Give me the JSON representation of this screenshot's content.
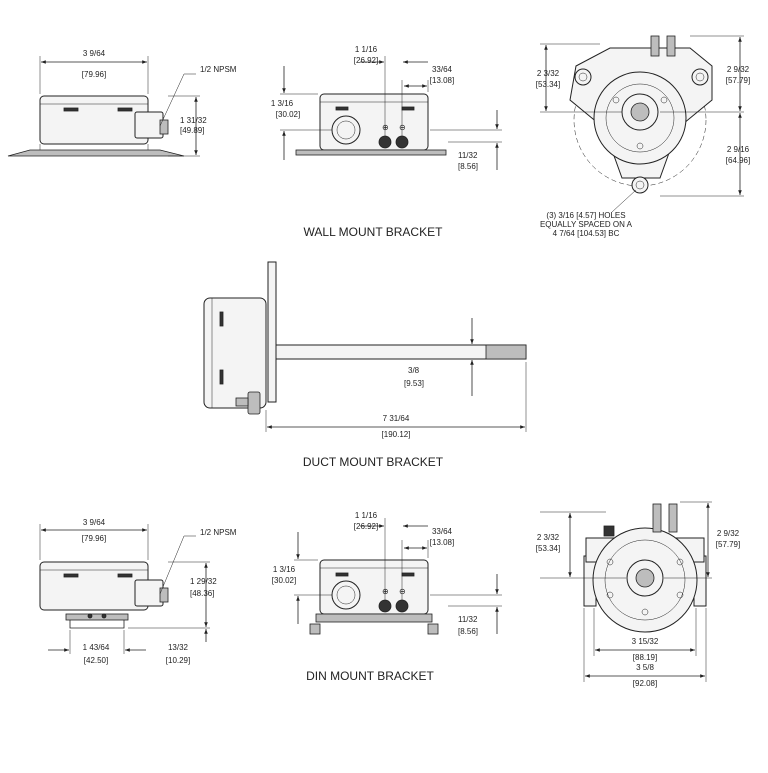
{
  "sections": {
    "wall": "WALL MOUNT BRACKET",
    "duct": "DUCT MOUNT BRACKET",
    "din": "DIN MOUNT BRACKET"
  },
  "wall": {
    "width_in": "3 9/64",
    "width_mm": "[79.96]",
    "npsm": "1/2 NPSM",
    "height_side_in": "1 31/32",
    "height_side_mm": "[49.89]",
    "port_spacing_in": "1 1/16",
    "port_spacing_mm": "[26.92]",
    "port_offset_in": "33/64",
    "port_offset_mm": "[13.08]",
    "front_height_in": "1 3/16",
    "front_height_mm": "[30.02]",
    "plate_in": "11/32",
    "plate_mm": "[8.56]",
    "back_left_in": "2 3/32",
    "back_left_mm": "[53.34]",
    "back_right_in": "2 9/32",
    "back_right_mm": "[57.79]",
    "back_lower_in": "2 9/16",
    "back_lower_mm": "[64.96]",
    "holes_note_1": "(3) 3/16 [4.57] HOLES",
    "holes_note_2": "EQUALLY SPACED ON A",
    "holes_note_3": "4 7/64 [104.53] BC"
  },
  "duct": {
    "probe_dia_in": "3/8",
    "probe_dia_mm": "[9.53]",
    "length_in": "7 31/64",
    "length_mm": "[190.12]"
  },
  "din": {
    "width_in": "3 9/64",
    "width_mm": "[79.96]",
    "npsm": "1/2 NPSM",
    "height_side_in": "1 29/32",
    "height_side_mm": "[48.36]",
    "rail_in": "1 43/64",
    "rail_mm": "[42.50]",
    "rail_height_in": "13/32",
    "rail_height_mm": "[10.29]",
    "port_spacing_in": "1 1/16",
    "port_spacing_mm": "[26.92]",
    "port_offset_in": "33/64",
    "port_offset_mm": "[13.08]",
    "front_height_in": "1 3/16",
    "front_height_mm": "[30.02]",
    "plate_in": "11/32",
    "plate_mm": "[8.56]",
    "back_left_in": "2 3/32",
    "back_left_mm": "[53.34]",
    "back_right_in": "2 9/32",
    "back_right_mm": "[57.79]",
    "back_width1_in": "3 15/32",
    "back_width1_mm": "[88.19]",
    "back_width2_in": "3 5/8",
    "back_width2_mm": "[92.08]"
  }
}
